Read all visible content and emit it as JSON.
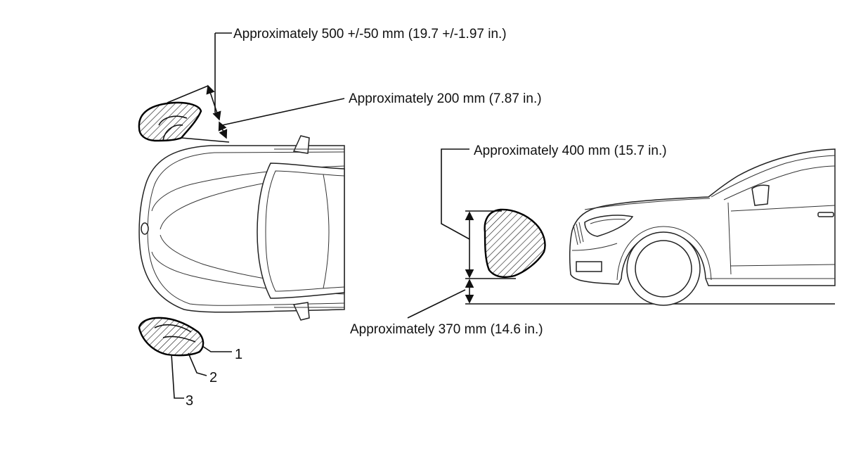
{
  "labels": {
    "dim_500": "Approximately 500 +/-50 mm (19.7 +/-1.97 in.)",
    "dim_200": "Approximately 200 mm (7.87 in.)",
    "dim_400": "Approximately 400 mm (15.7 in.)",
    "dim_370": "Approximately 370 mm (14.6 in.)"
  },
  "callouts": {
    "c1": "1",
    "c2": "2",
    "c3": "3"
  }
}
